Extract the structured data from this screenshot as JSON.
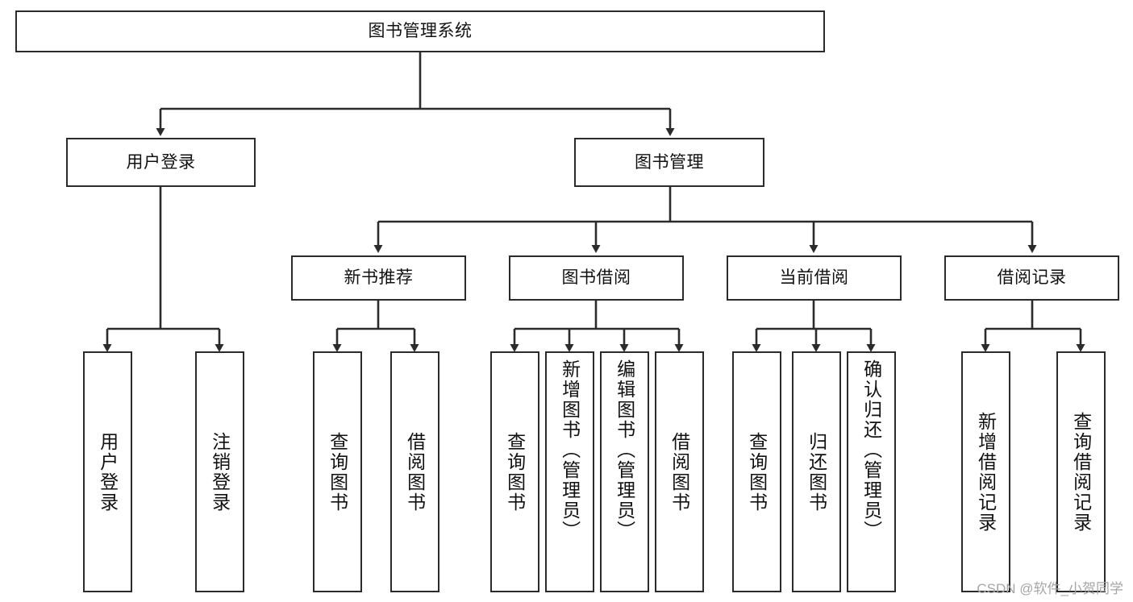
{
  "diagram": {
    "title": "图书管理系统",
    "type": "tree-hierarchy",
    "colors": {
      "box_border": "#2b2b2b",
      "box_fill": "#ffffff",
      "edge": "#2b2b2b",
      "text": "#111111",
      "watermark": "#a6a6a6",
      "background": "#ffffff"
    },
    "nodes": {
      "root": {
        "label": "图书管理系统"
      },
      "level2": [
        {
          "label": "用户登录"
        },
        {
          "label": "图书管理"
        }
      ],
      "level3": [
        {
          "label": "新书推荐"
        },
        {
          "label": "图书借阅"
        },
        {
          "label": "当前借阅"
        },
        {
          "label": "借阅记录"
        }
      ],
      "leaves": [
        {
          "label": "用户登录"
        },
        {
          "label": "注销登录"
        },
        {
          "label": "查询图书"
        },
        {
          "label": "借阅图书"
        },
        {
          "label": "查询图书"
        },
        {
          "label": "新增图书（管理员）"
        },
        {
          "label": "编辑图书（管理员）"
        },
        {
          "label": "借阅图书"
        },
        {
          "label": "查询图书"
        },
        {
          "label": "归还图书"
        },
        {
          "label": "确认归还（管理员）"
        },
        {
          "label": "新增借阅记录"
        },
        {
          "label": "查询借阅记录"
        }
      ]
    }
  },
  "watermark": {
    "text": "CSDN @软件_小贺同学"
  }
}
